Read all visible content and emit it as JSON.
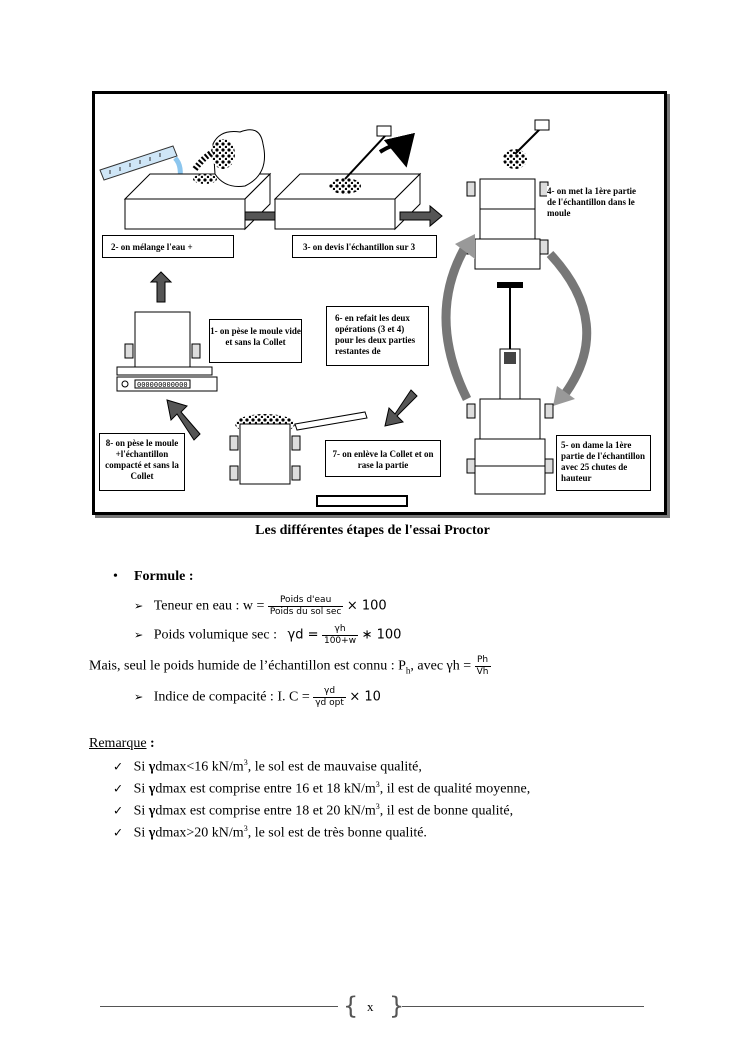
{
  "figure": {
    "steps": {
      "s1": "1- on pèse le moule vide et sans la Collet",
      "s2": "2- on mélange l'eau +",
      "s3": "3- on devis l'échantillon sur 3",
      "s4": "4- on met la 1ère partie de l'échantillon dans le moule",
      "s5": "5- on dame la 1ère partie de l'échantillon avec 25 chutes de hauteur",
      "s6": "6- en refait les deux opérations (3 et 4) pour les deux parties restantes de",
      "s7": "7- on enlève la Collet et on rase la partie",
      "s8": "8- on pèse le moule +l'échantillon compacté et sans la Collet"
    },
    "scale_display": "000000000000",
    "caption": "Les différentes étapes de l'essai Proctor"
  },
  "formule": {
    "title": "Formule :",
    "teneur_label": "Teneur en eau : w =",
    "teneur_num": "Poids d'eau",
    "teneur_den": "Poids du sol sec",
    "teneur_tail": "× 100",
    "poids_label": "Poids volumique sec :",
    "poids_lhs": "γd =",
    "poids_num": "γh",
    "poids_den": "100+w",
    "poids_tail": "∗ 100",
    "mais_text": "Mais,  seul le poids humide de l’échantillon est connu : P",
    "mais_sub": "h",
    "mais_avec": ",  avec γh =",
    "mais_num": "Ph",
    "mais_den": "Vh",
    "indice_label": "Indice de compacité : I. C =",
    "indice_num": "γd",
    "indice_den": "γd opt",
    "indice_tail": "× 10"
  },
  "remarque": {
    "title": "Remarque",
    "colon": " :",
    "items": [
      {
        "pre": "Si ",
        "sym": "γ",
        "text": "dmax<16 kN/m",
        "sup": "3",
        "post": ",  le sol est de mauvaise qualité,"
      },
      {
        "pre": "Si ",
        "sym": "γ",
        "text": "dmax est comprise entre 16 et 18 kN/m",
        "sup": "3",
        "post": ",  il est de qualité moyenne,"
      },
      {
        "pre": "Si ",
        "sym": "γ",
        "text": "dmax est comprise entre 18 et 20 kN/m",
        "sup": "3",
        "post": ",  il est de bonne qualité,"
      },
      {
        "pre": "Si ",
        "sym": "γ",
        "text": "dmax>20 kN/m",
        "sup": "3",
        "post": ",  le sol est de très bonne qualité."
      }
    ]
  },
  "footer": {
    "page": "x"
  }
}
